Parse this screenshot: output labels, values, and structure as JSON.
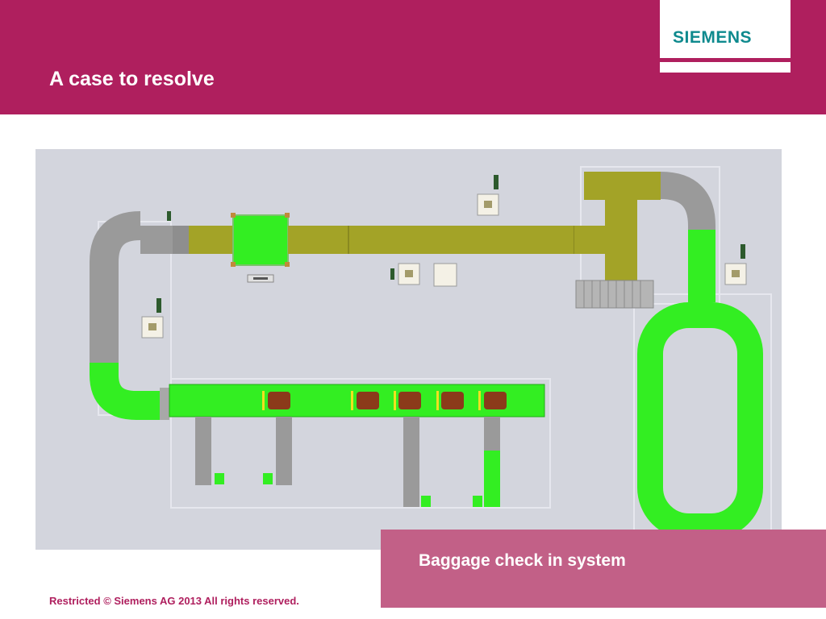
{
  "slide": {
    "title": "A case to resolve",
    "caption": "Baggage check in system",
    "footer": "Restricted © Siemens AG 2013 All rights reserved."
  },
  "logo": {
    "text": "SIEMENS",
    "color": "#0f8a8e"
  },
  "colors": {
    "brand": "#af1f5e",
    "caption_bg": "#c26087",
    "diagram_bg": "#d3d5dd",
    "conveyor_active": "#33ee22",
    "conveyor_idle": "#9b9b2a",
    "conveyor_off": "#9a9a9a",
    "baggage": "#8b3a1a"
  },
  "diagram": {
    "description_icons": [
      "conveyor-belt",
      "baggage-item",
      "check-in-desk",
      "signal-light",
      "vertical-sorter",
      "carousel-loop"
    ]
  }
}
